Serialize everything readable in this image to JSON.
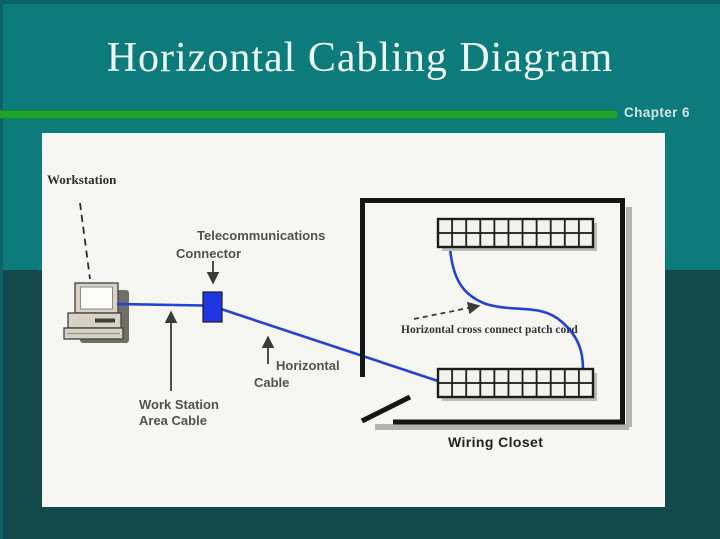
{
  "slide": {
    "title": "Horizontal Cabling Diagram",
    "chapter_badge": "Chapter 6"
  },
  "diagram": {
    "labels": {
      "workstation": "Workstation",
      "telecom_connector_line1": "Telecommunications",
      "telecom_connector_line2": "Connector",
      "workstation_area_cable_line1": "Work Station",
      "workstation_area_cable_line2": "Area Cable",
      "horizontal_cable_line1": "Horizontal",
      "horizontal_cable_line2": "Cable",
      "patch_cord": "Horizontal cross connect patch cord",
      "wiring_closet": "Wiring Closet"
    },
    "icons": {
      "workstation": "desktop-computer-icon",
      "connector": "telecom-connector-block",
      "patch_panel": "patch-panel-grid"
    },
    "patch_panels": {
      "count": 2,
      "rows": 2,
      "columns": 11
    }
  },
  "colors": {
    "background_teal": "#0d7b7c",
    "background_dark_teal": "#13494a",
    "accent_green": "#1ea32c",
    "cable_blue": "#2343d6",
    "connector_blue": "#2036e3",
    "slide_paper": "#f6f6f3"
  }
}
